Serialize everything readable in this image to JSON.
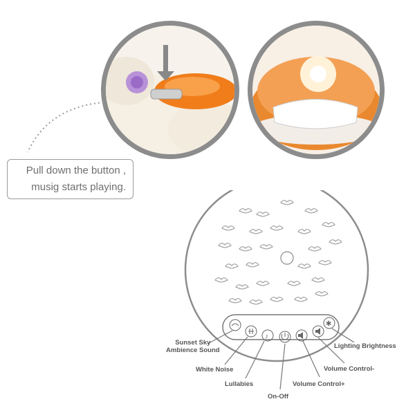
{
  "callout": {
    "line1": "Pull down the button ,",
    "line2": "musig starts playing."
  },
  "labels": {
    "sunset_sky": "Sunset Sky\nAmbience Sound",
    "white_noise": "White Noise",
    "lullabies": "Lullabies",
    "on_off": "On-Off",
    "volume_plus": "Volume Control+",
    "volume_minus": "Volume Control-",
    "lighting_brightness": "Lighting Brightness"
  },
  "colors": {
    "outline": "#8c8c8c",
    "orange": "#f08a24",
    "plush": "#f4efe6"
  },
  "icons": [
    "sunset-sky-icon",
    "white-noise-icon",
    "lullabies-icon",
    "power-icon",
    "volume-plus-icon",
    "volume-minus-icon",
    "brightness-icon"
  ]
}
